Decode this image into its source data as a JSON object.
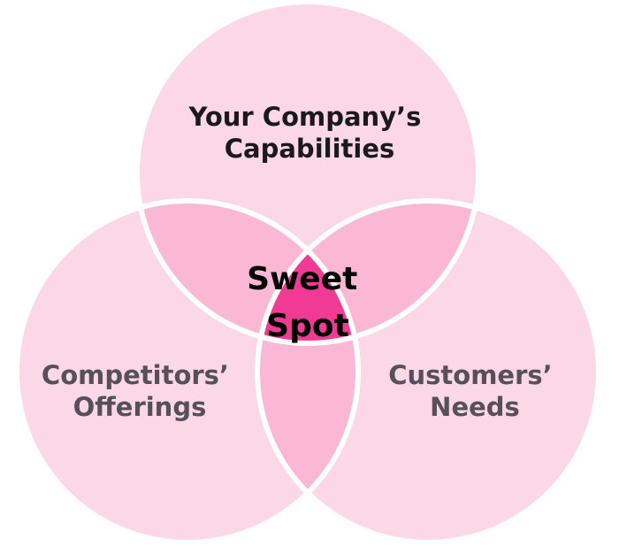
{
  "diagram": {
    "sets": [
      {
        "id": "top",
        "label_lines": [
          "Your Company’s",
          "Capabilities"
        ]
      },
      {
        "id": "left",
        "label_lines": [
          "Competitors’",
          "Offerings"
        ]
      },
      {
        "id": "right",
        "label_lines": [
          "Customers’",
          "Needs"
        ]
      }
    ],
    "center_label_lines": [
      "Sweet",
      "Spot"
    ]
  },
  "colors": {
    "single": "#fcd7e6",
    "pair": "#fab8d4",
    "center": "#f03a93",
    "outline": "#ffffff",
    "top_text": "#1a1a1a",
    "side_text": "#55505a",
    "center_text": "#000000"
  }
}
